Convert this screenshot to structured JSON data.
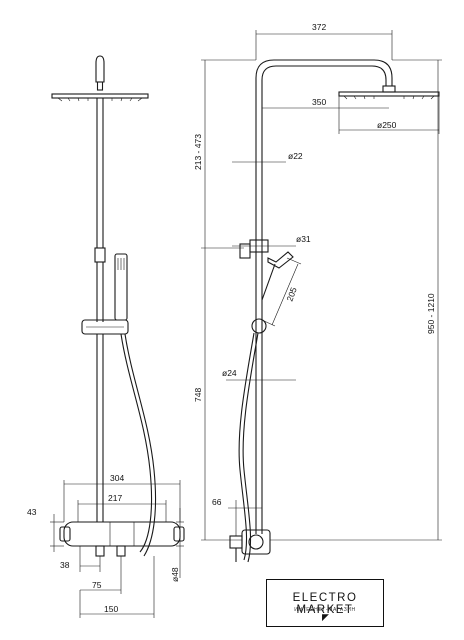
{
  "dimensions": {
    "overall_width": "372",
    "arm_reach": "350",
    "head_diameter": "ø250",
    "pipe_upper_diameter": "ø22",
    "holder_diameter": "ø31",
    "handshower_length": "205",
    "pipe_lower_diameter": "ø24",
    "lower_height": "748",
    "upper_adjust_range": "213 - 473",
    "total_height_range": "950 - 1210",
    "wall_offset": "66",
    "mixer_width": "304",
    "mixer_body_width": "217",
    "mixer_height": "43",
    "outlet_offset": "38",
    "outlet_spacing": "75",
    "connection_spacing": "150",
    "knob_diameter": "ø48"
  },
  "logo": {
    "title": "ELECTRO MARKET",
    "subtitle": "ИНТЕРНЕТ-МАГАЗИН",
    "cursor_icon": "mouse-pointer-icon"
  }
}
